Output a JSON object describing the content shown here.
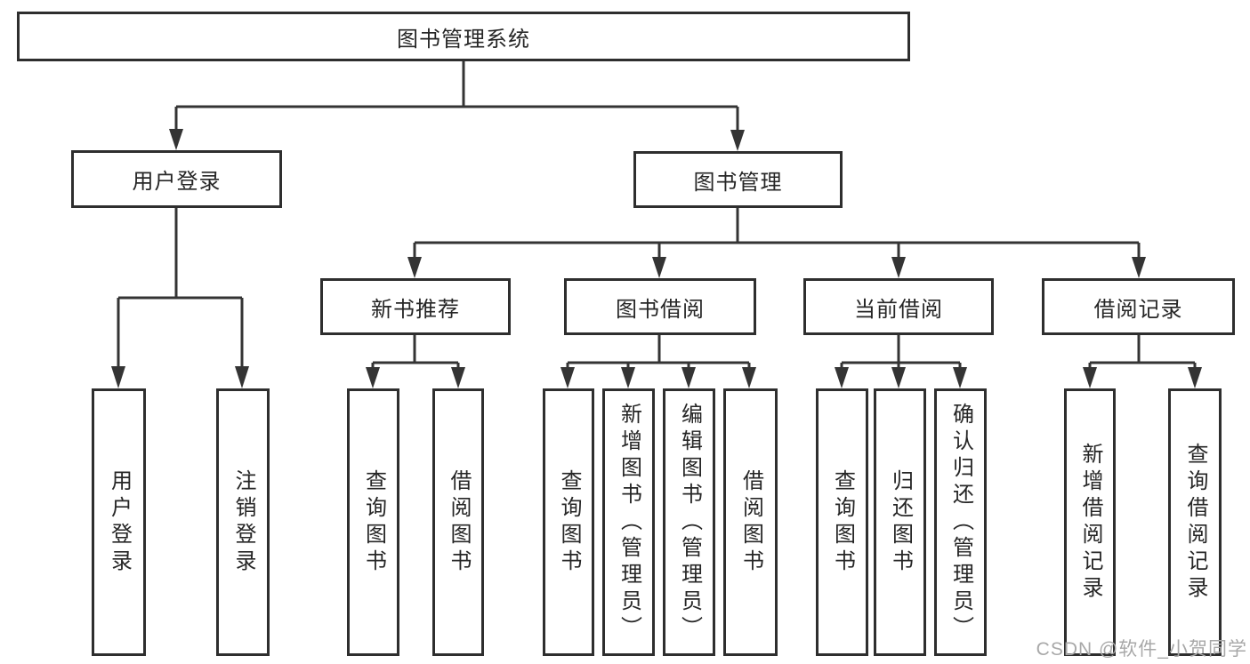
{
  "diagram": {
    "root": {
      "label": "图书管理系统"
    },
    "branches": [
      {
        "label": "用户登录",
        "children": [
          {
            "label": "用户登录"
          },
          {
            "label": "注销登录"
          }
        ]
      },
      {
        "label": "图书管理",
        "children": [
          {
            "label": "新书推荐",
            "children": [
              {
                "label": "查询图书"
              },
              {
                "label": "借阅图书"
              }
            ]
          },
          {
            "label": "图书借阅",
            "children": [
              {
                "label": "查询图书"
              },
              {
                "label": "新增图书（管理员）"
              },
              {
                "label": "编辑图书（管理员）"
              },
              {
                "label": "借阅图书"
              }
            ]
          },
          {
            "label": "当前借阅",
            "children": [
              {
                "label": "查询图书"
              },
              {
                "label": "归还图书"
              },
              {
                "label": "确认归还（管理员）"
              }
            ]
          },
          {
            "label": "借阅记录",
            "children": [
              {
                "label": "新增借阅记录"
              },
              {
                "label": "查询借阅记录"
              }
            ]
          }
        ]
      }
    ]
  },
  "watermark": {
    "text": "CSDN @软件_小贺同学"
  },
  "colors": {
    "line": "#343434",
    "border": "#2e2e2e",
    "text": "#262626",
    "watermark": "#a8a8a8",
    "background": "#ffffff"
  }
}
